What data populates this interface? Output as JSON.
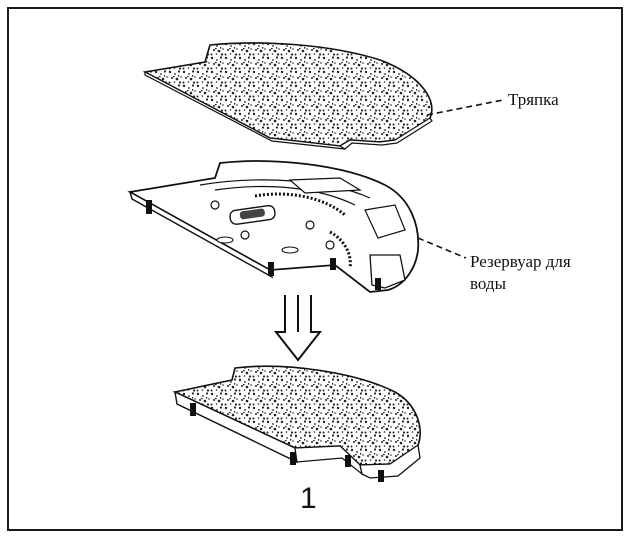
{
  "labels": {
    "cloth": "Тряпка",
    "tank_line1": "Резервуар для",
    "tank_line2": "воды"
  },
  "step_number": "1"
}
